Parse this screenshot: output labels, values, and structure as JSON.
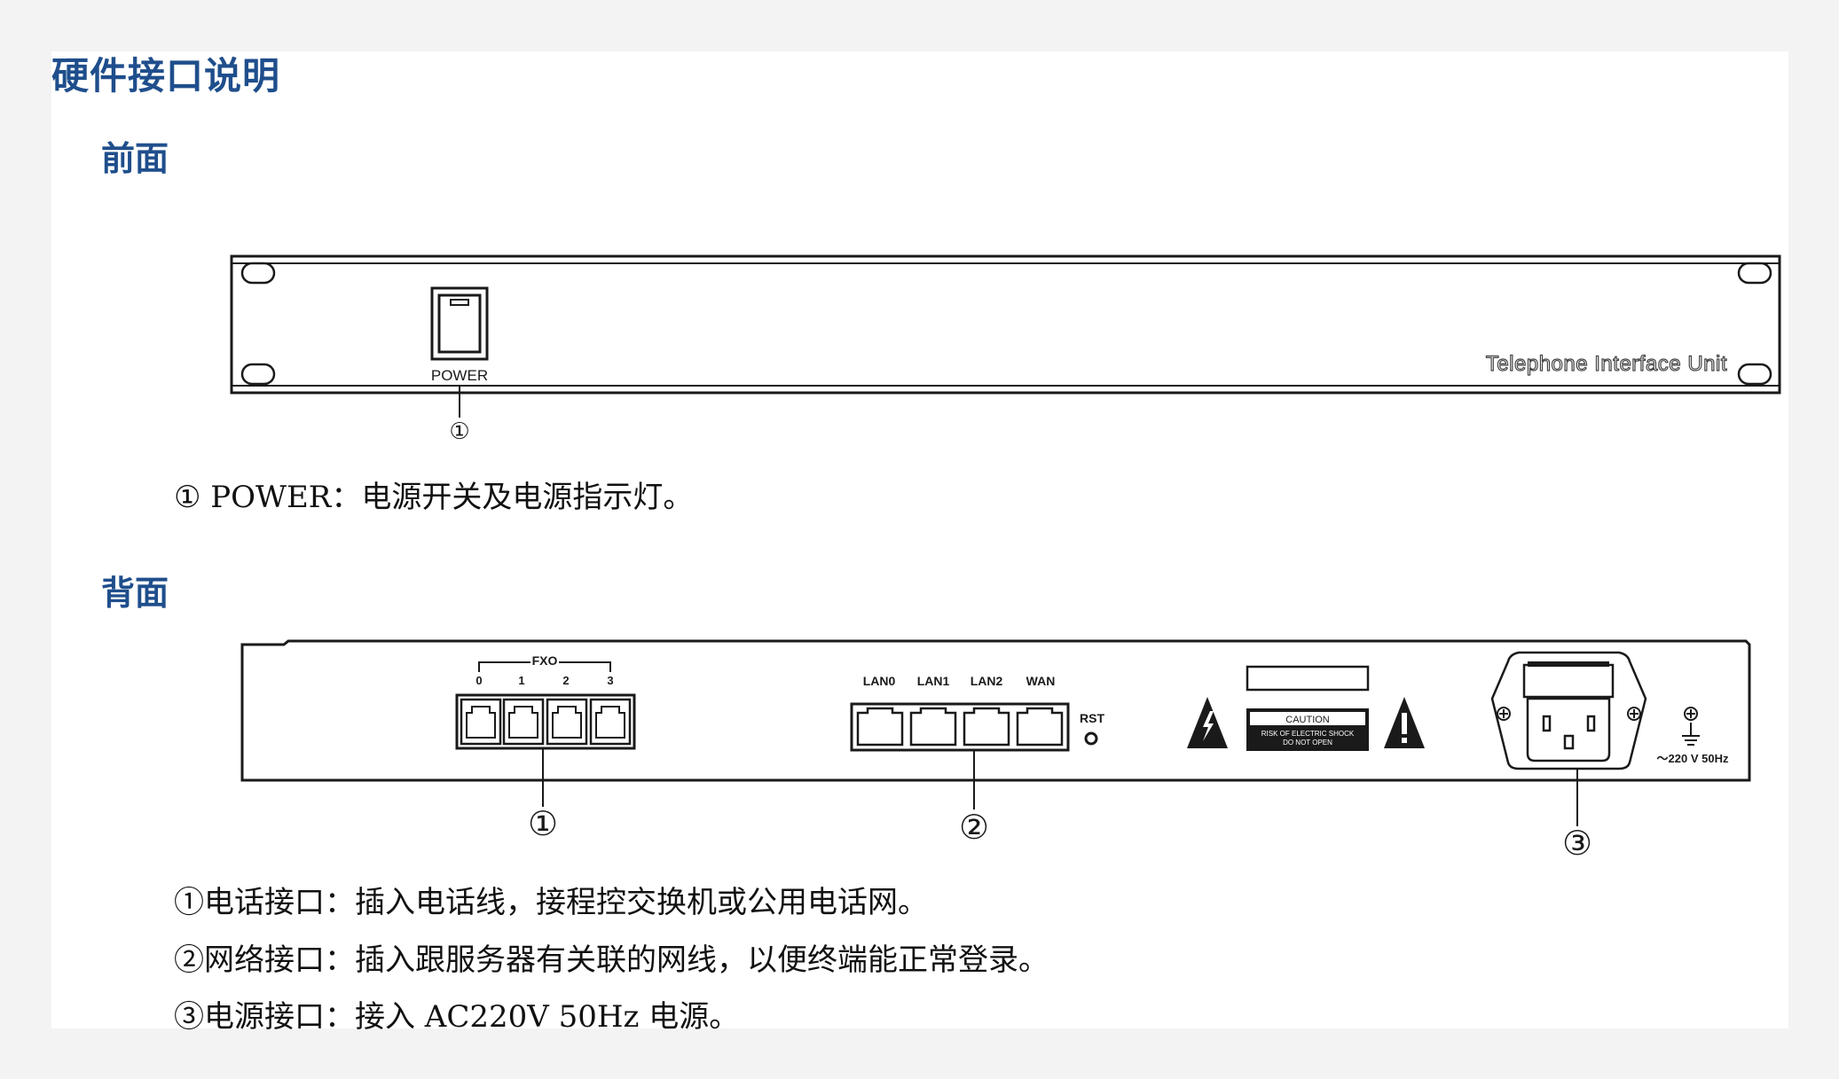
{
  "title": "硬件接口说明",
  "front": {
    "heading": "前面",
    "power_label": "POWER",
    "brand_text": "Telephone Interface Unit",
    "callout": "①",
    "items": [
      "① POWER：电源开关及电源指示灯。"
    ]
  },
  "back": {
    "heading": "背面",
    "fxo_label": "FXO",
    "fxo_ports": [
      "0",
      "1",
      "2",
      "3"
    ],
    "lan_ports": [
      "LAN0",
      "LAN1",
      "LAN2",
      "WAN"
    ],
    "rst_label": "RST",
    "caution_title": "CAUTION",
    "caution_line1": "RISK OF ELECTRIC SHOCK",
    "caution_line2": "DO NOT OPEN",
    "power_rating": "～220 V 50Hz",
    "callouts": [
      "①",
      "②",
      "③"
    ],
    "items": [
      "①电话接口：插入电话线，接程控交换机或公用电话网。",
      "②网络接口：插入跟服务器有关联的网线，以便终端能正常登录。",
      "③电源接口：接入 AC220V 50Hz 电源。"
    ]
  },
  "colors": {
    "heading": "#1f4e8c",
    "text": "#111111",
    "line": "#1a1a1a"
  }
}
